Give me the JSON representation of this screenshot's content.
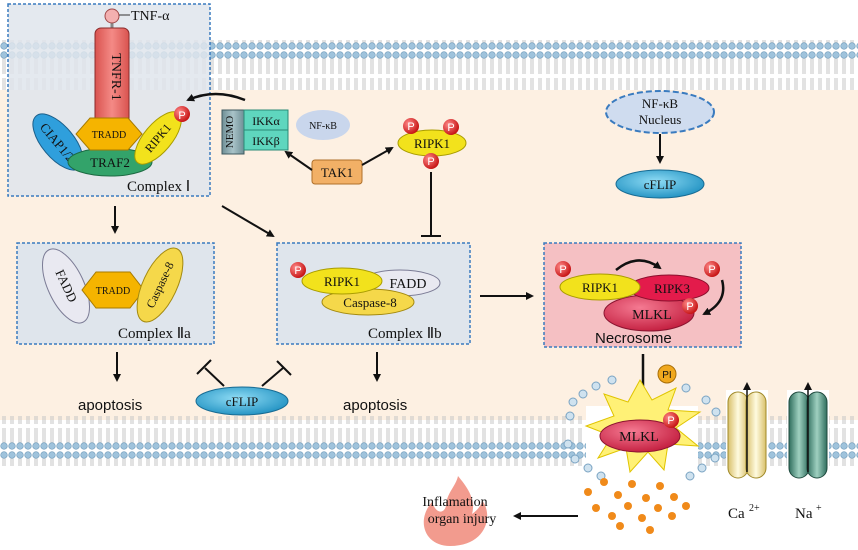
{
  "colors": {
    "membrane_head": "#9fc3dc",
    "membrane_tail": "#c9c9c9",
    "cytoplasm": "#fdf0e2",
    "complex_box": "#dfe5ec",
    "necrosome_box": "#f5c0c3",
    "phospho": "#e02424",
    "ripk1": "#f2e21c",
    "ripk3": "#e31b4b",
    "mlkl": "#e23a5c",
    "cflip": "#35a9d6",
    "tak1": "#f2b066",
    "ikk": "#5fd6be",
    "tradd": "#f5b400",
    "pi": "#f0a81e",
    "ca_channel": "#fff3b0",
    "na_channel": "#4f9a84",
    "flame": "#f08a7a",
    "dots": "#f08a1a"
  },
  "labels": {
    "tnf_alpha": "TNF-α",
    "tnfr1": "TNFR-1",
    "ciap": "CIAP1/2",
    "tradd": "TRADD",
    "traf2": "TRAF2",
    "ripk1": "RIPK1",
    "p": "P",
    "complex_i": "Complex Ⅰ",
    "nemo": "NEMO",
    "ikka": "IKKα",
    "ikkb": "IKKβ",
    "nfkb_small": "NF-κB",
    "tak1": "TAK1",
    "nfkb_nucleus_line1": "NF-κB",
    "nfkb_nucleus_line2": "Nucleus",
    "cflip": "cFLIP",
    "fadd": "FADD",
    "caspase8": "Caspase-8",
    "complex_iia": "Complex Ⅱa",
    "complex_iib": "Complex Ⅱb",
    "ripk3": "RIPK3",
    "mlkl": "MLKL",
    "necrosome": "Necrosome",
    "apoptosis_left": "apoptosis",
    "apoptosis_right": "apoptosis",
    "pi": "PI",
    "inflammation_line1": "Inflamation",
    "inflammation_line2": "organ injury",
    "ca": "Ca",
    "ca_sup": "2+",
    "na": "Na",
    "na_sup": "+"
  }
}
